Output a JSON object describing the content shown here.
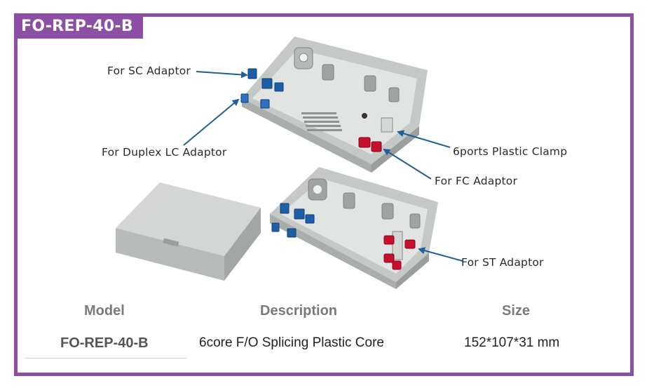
{
  "product_tag": "FO-REP-40-B",
  "callouts": {
    "sc": "For SC Adaptor",
    "duplex_lc": "For Duplex LC Adaptor",
    "clamp": "6ports Plastic Clamp",
    "fc": "For FC Adaptor",
    "st": "For ST Adaptor"
  },
  "table": {
    "headers": {
      "model": "Model",
      "description": "Description",
      "size": "Size"
    },
    "row": {
      "model": "FO-REP-40-B",
      "description": "6core F/O Splicing Plastic Core",
      "size": "152*107*31 mm"
    }
  },
  "colors": {
    "frame": "#8c4fa5",
    "arrow": "#1f5f98",
    "adaptor_blue": "#1c5fa8",
    "adaptor_red": "#c8102e"
  }
}
